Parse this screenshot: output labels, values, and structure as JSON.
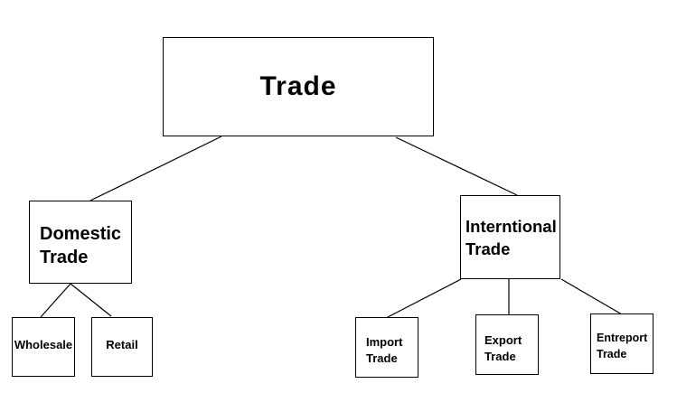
{
  "diagram": {
    "type": "tree",
    "background_color": "#ffffff",
    "line_color": "#000000",
    "box_border_color": "#000000",
    "text_color": "#000000"
  },
  "nodes": {
    "trade": {
      "label": "Trade"
    },
    "domestic": {
      "label": "Domestic Trade",
      "line1": "Domestic",
      "line2": "Trade"
    },
    "international": {
      "label": "Interntional Trade",
      "line1": "Interntional",
      "line2": "Trade"
    },
    "wholesale": {
      "label": "Wholesale"
    },
    "retail": {
      "label": "Retail"
    },
    "import": {
      "label": "Import Trade",
      "line1": "Import",
      "line2": "Trade"
    },
    "export": {
      "label": "Export Trade",
      "line1": "Export",
      "line2": "Trade"
    },
    "entreport": {
      "label": "Entreport Trade",
      "line1": "Entreport",
      "line2": "Trade"
    }
  },
  "edges": [
    {
      "from": "trade",
      "to": "domestic"
    },
    {
      "from": "trade",
      "to": "international"
    },
    {
      "from": "domestic",
      "to": "wholesale"
    },
    {
      "from": "domestic",
      "to": "retail"
    },
    {
      "from": "international",
      "to": "import"
    },
    {
      "from": "international",
      "to": "export"
    },
    {
      "from": "international",
      "to": "entreport"
    }
  ]
}
